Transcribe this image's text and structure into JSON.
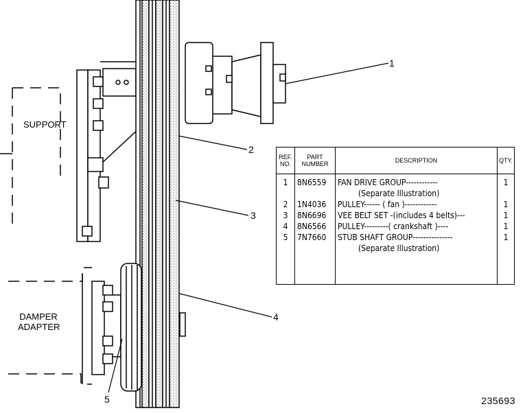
{
  "labels": {
    "support": "SUPPORT",
    "damper_line1": "DAMPER",
    "damper_line2": "ADAPTER"
  },
  "callouts": [
    "1",
    "2",
    "3",
    "4",
    "5"
  ],
  "drawing_number": "235693",
  "table": {
    "headers": {
      "ref_line1": "REF.",
      "ref_line2": "NO.",
      "part_line1": "PART",
      "part_line2": "NUMBER",
      "description": "DESCRIPTION",
      "qty": "QTY."
    },
    "rows": [
      {
        "ref": "1",
        "part": "8N6559",
        "desc": "FAN DRIVE GROUP------------",
        "desc2": "(Separate Illustration)",
        "qty": "1"
      },
      {
        "ref": "2",
        "part": "1N4036",
        "desc": "PULLEY------ ( fan )------------",
        "desc2": "",
        "qty": "1"
      },
      {
        "ref": "3",
        "part": "8N6696",
        "desc": "VEE BELT SET -(includes 4 belts)---",
        "desc2": "",
        "qty": "1"
      },
      {
        "ref": "4",
        "part": "8N6566",
        "desc": "PULLEY---------( crankshaft )----",
        "desc2": "",
        "qty": "1"
      },
      {
        "ref": "5",
        "part": "7N7660",
        "desc": "STUB SHAFT GROUP---------------",
        "desc2": "(Separate Illustration)",
        "qty": "1"
      }
    ]
  }
}
